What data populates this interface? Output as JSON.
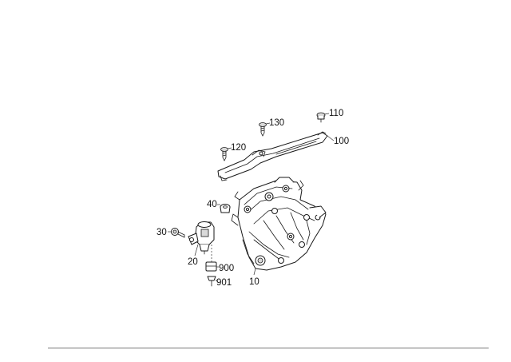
{
  "callouts": {
    "c110": "110",
    "c130": "130",
    "c100": "100",
    "c120": "120",
    "c40": "40",
    "c30": "30",
    "c20": "20",
    "c900": "900",
    "c901": "901",
    "c10": "10"
  },
  "colors": {
    "line": "#1a1a1a",
    "shade": "#d9d9d9",
    "rule": "#777777",
    "background": "#ffffff"
  }
}
